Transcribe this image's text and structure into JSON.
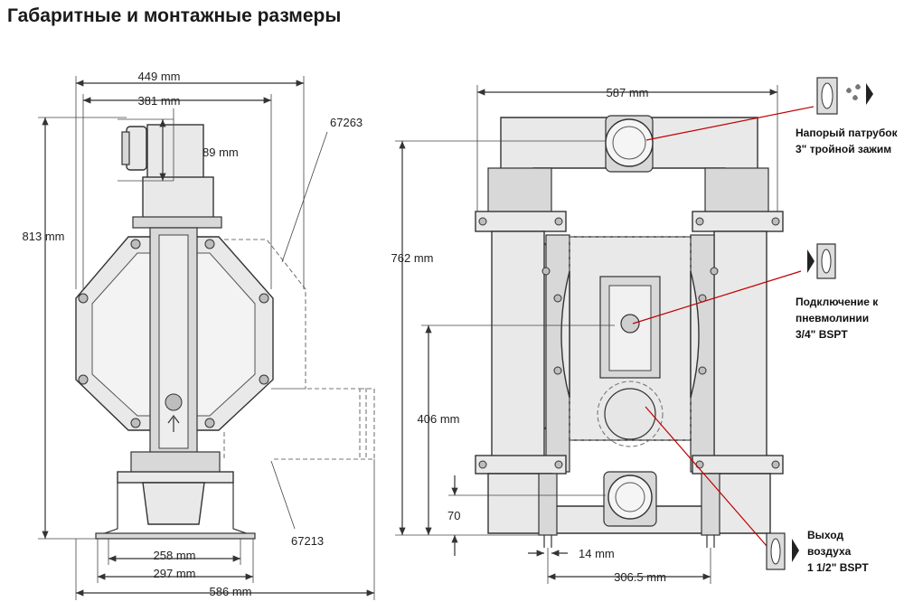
{
  "title": "Габаритные и монтажные размеры",
  "left_view": {
    "dims": {
      "d449": "449 mm",
      "d381": "381 mm",
      "d89": "89 mm",
      "d813": "813 mm",
      "d258": "258 mm",
      "d297": "297 mm",
      "d586": "586 mm"
    },
    "parts": {
      "top": "67263",
      "bottom": "67213"
    }
  },
  "right_view": {
    "dims": {
      "d587": "587 mm",
      "d762": "762 mm",
      "d406": "406 mm",
      "d70": "70",
      "d14": "14 mm",
      "d306": "306.5 mm"
    }
  },
  "callouts": {
    "outlet": {
      "line1": "Напорый патрубок",
      "line2": "3\" тройной зажим"
    },
    "air": {
      "line1": "Подключение к",
      "line2": "пневмолинии",
      "line3": "3/4\" BSPT"
    },
    "exhaust": {
      "line1": "Выход",
      "line2": "воздуха",
      "line3": "1 1/2\" BSPT"
    }
  }
}
